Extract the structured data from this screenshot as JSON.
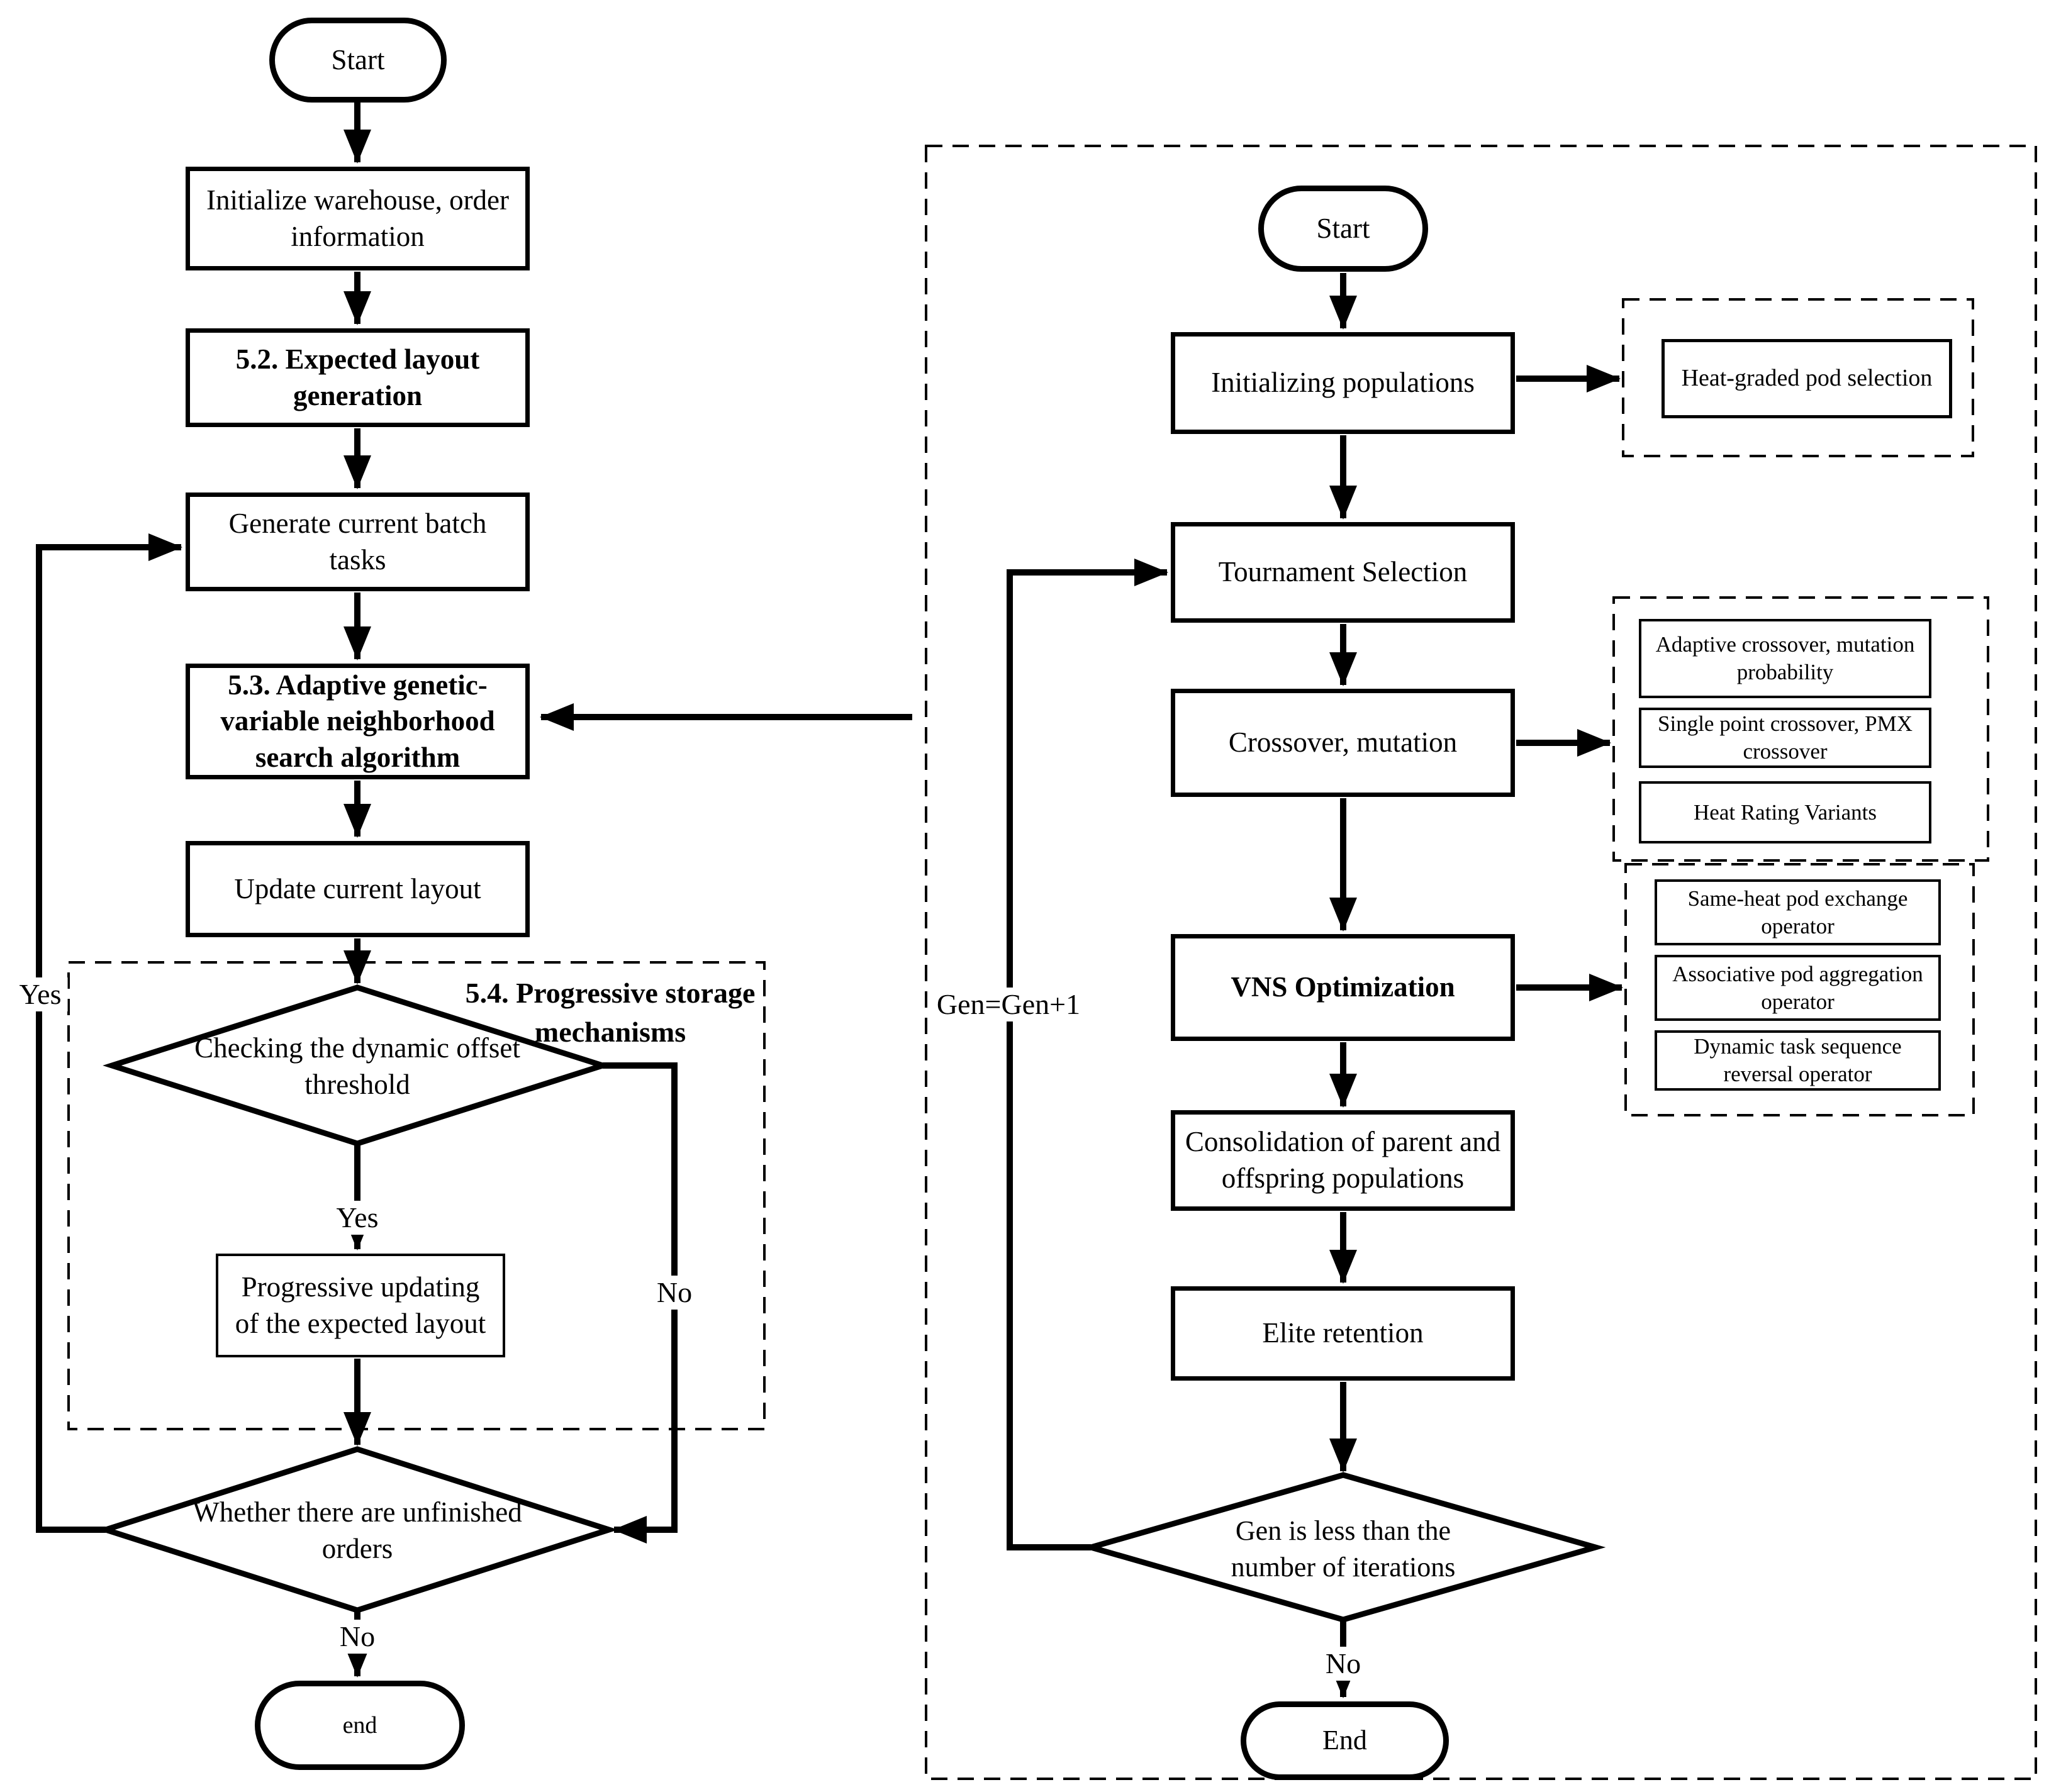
{
  "colors": {
    "ink": "#000000",
    "paper": "#ffffff"
  },
  "left_flow": {
    "start": "Start",
    "initialize_box": "Initialize warehouse, order information",
    "expected_layout_box": "5.2. Expected layout generation",
    "generate_batch_box": "Generate current batch tasks",
    "adaptive_search_box": "5.3. Adaptive genetic-variable neighborhood search algorithm",
    "update_layout_box": "Update current layout",
    "storage_section_title": "5.4. Progressive storage mechanisms",
    "threshold_decision": "Checking the dynamic offset threshold",
    "threshold_yes": "Yes",
    "threshold_no": "No",
    "progressive_update_box": "Progressive updating of the expected layout",
    "orders_decision": "Whether there are unfinished orders",
    "orders_yes": "Yes",
    "orders_no": "No",
    "end": "end"
  },
  "right_flow": {
    "start": "Start",
    "initialize_populations_box": "Initializing populations",
    "heat_graded_box": "Heat-graded pod selection",
    "tournament_box": "Tournament Selection",
    "crossover_box": "Crossover, mutation",
    "crossover_operators": [
      "Adaptive crossover, mutation probability",
      "Single point crossover, PMX crossover",
      "Heat Rating Variants"
    ],
    "vns_box": "VNS Optimization",
    "vns_operators": [
      "Same-heat pod exchange operator",
      "Associative pod aggregation operator",
      "Dynamic task sequence reversal operator"
    ],
    "consolidation_box": "Consolidation of parent and offspring populations",
    "elite_box": "Elite retention",
    "iterations_decision": "Gen is less than the number of iterations",
    "iterations_no": "No",
    "generation_increment_label": "Gen=Gen+1",
    "end": "End"
  }
}
